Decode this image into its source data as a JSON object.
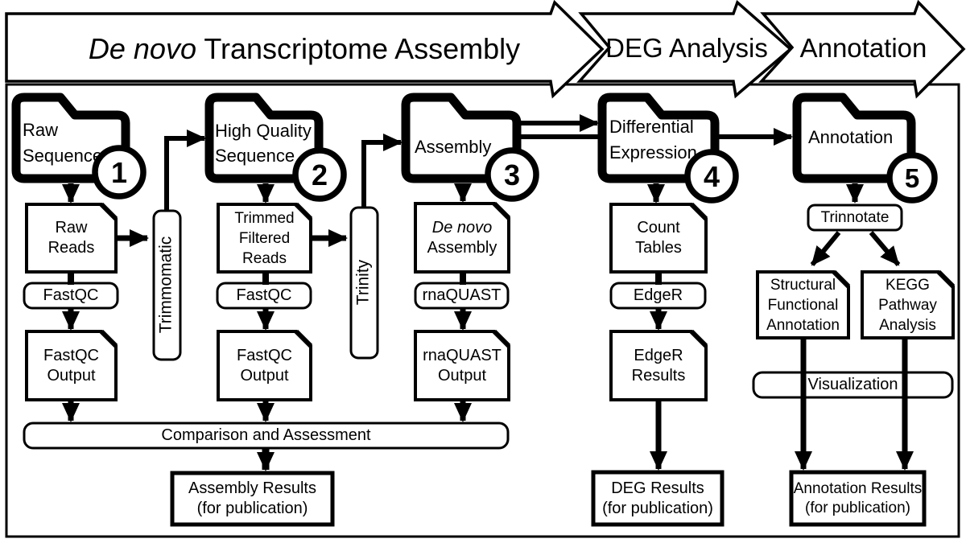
{
  "colors": {
    "ink": "#000000",
    "paper": "#ffffff"
  },
  "banners": [
    {
      "italic": "De novo",
      "text": " Transcriptome Assembly"
    },
    {
      "text": "DEG Analysis"
    },
    {
      "text": "Annotation"
    }
  ],
  "stages": [
    {
      "num": "1",
      "label": "Raw\nSequence"
    },
    {
      "num": "2",
      "label": "High Quality\nSequence"
    },
    {
      "num": "3",
      "label": "Assembly"
    },
    {
      "num": "4",
      "label": "Differential\nExpression"
    },
    {
      "num": "5",
      "label": "Annotation"
    }
  ],
  "nodes": {
    "raw_reads": "Raw\nReads",
    "fastqc1": "FastQC",
    "fastqc_output1": "FastQC\nOutput",
    "trimmomatic": "Trimmomatic",
    "trimmed_reads": "Trimmed\nFiltered\nReads",
    "fastqc2": "FastQC",
    "fastqc_output2": "FastQC\nOutput",
    "trinity": "Trinity",
    "denovo_italic": "De novo",
    "denovo_rest": "Assembly",
    "rnaquast": "rnaQUAST",
    "rnaquast_output": "rnaQUAST\nOutput",
    "count_tables": "Count\nTables",
    "edger": "EdgeR",
    "edger_results": "EdgeR\nResults",
    "trinnotate": "Trinnotate",
    "structural": "Structural\nFunctional\nAnnotation",
    "kegg": "KEGG\nPathway\nAnalysis",
    "comparison": "Comparison and Assessment",
    "visualization": "Visualization",
    "assembly_results": "Assembly Results\n(for publication)",
    "deg_results": "DEG Results\n(for publication)",
    "annotation_results": "Annotation Results\n(for publication)"
  }
}
